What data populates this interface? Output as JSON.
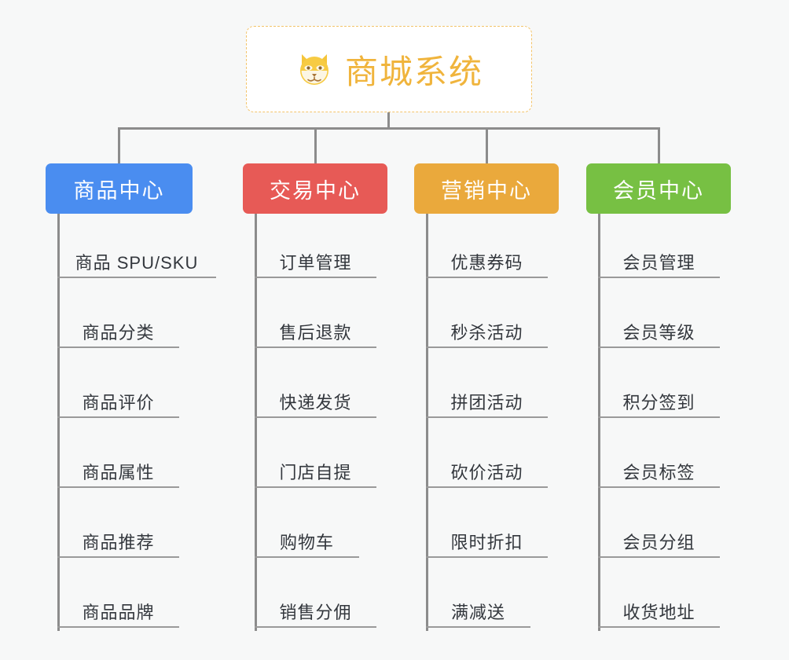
{
  "diagram": {
    "type": "org-tree",
    "background_color": "#f7f8f8",
    "connector_color": "#8c8c8c",
    "root": {
      "icon": "shiba-dog-face-icon",
      "title": "商城系统",
      "title_color": "#f0b43c",
      "border_color": "#f3c46a",
      "background_color": "#ffffff"
    },
    "categories": [
      {
        "label": "商品中心",
        "color": "#4a8df0",
        "items": [
          "商品 SPU/SKU",
          "商品分类",
          "商品评价",
          "商品属性",
          "商品推荐",
          "商品品牌"
        ]
      },
      {
        "label": "交易中心",
        "color": "#e75a56",
        "items": [
          "订单管理",
          "售后退款",
          "快递发货",
          "门店自提",
          "购物车",
          "销售分佣"
        ]
      },
      {
        "label": "营销中心",
        "color": "#eaa93c",
        "items": [
          "优惠券码",
          "秒杀活动",
          "拼团活动",
          "砍价活动",
          "限时折扣",
          "满减送"
        ]
      },
      {
        "label": "会员中心",
        "color": "#77c043",
        "items": [
          "会员管理",
          "会员等级",
          "积分签到",
          "会员标签",
          "会员分组",
          "收货地址"
        ]
      }
    ]
  }
}
